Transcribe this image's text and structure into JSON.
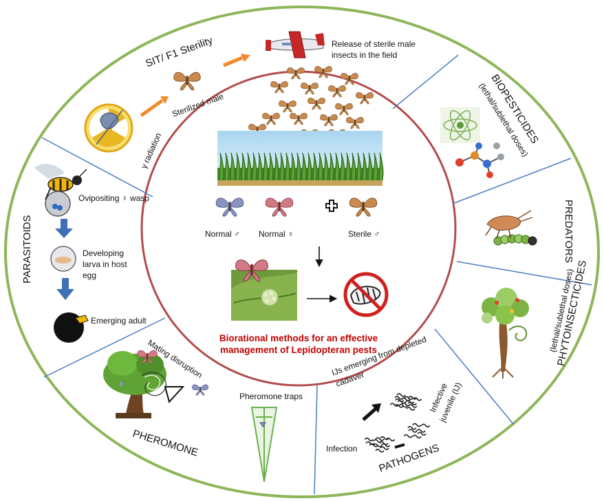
{
  "sections": {
    "sit": "SIT/ F1 Sterility",
    "biopesticides": "BIOPESTICIDES",
    "biopesticides_sub": "(lethal/sublethal doses)",
    "predators": "PREDATORS",
    "phytoinsecticides": "PHYTOINSECTICIDES",
    "phytoinsecticides_sub": "(lethal/sublethal doses)",
    "pathogens": "PATHOGENS",
    "pheromone": "PHEROMONE",
    "parasitoids": "PARASITOIDS"
  },
  "labels": {
    "release_1": "Release of sterile male",
    "release_2": "insects in the field",
    "sterilized_male": "Sterilized male",
    "gamma_radiation": "γ radiation",
    "ovipositing_wasp": "Ovipositing ♀ wasp",
    "developing_1": "Developing",
    "developing_2": "larva  in host",
    "developing_3": "egg",
    "emerging_adult": "Emerging adult",
    "mating_disruption": "Mating disruption",
    "pheromone_traps": "Pheromone traps",
    "ijs_1": "IJs emerging from depleted",
    "ijs_2": "cadaver",
    "infective_1": "Infective",
    "infective_2": "juvenile (IJ)",
    "infection": "Infection",
    "normal_male": "Normal ♂",
    "normal_female": "Normal ♀",
    "sterile_male": "Sterile ♂"
  },
  "center": {
    "title_1": "Biorational methods for an effective",
    "title_2": "management of Lepidopteran pests"
  },
  "icons": [
    "radiation-icon",
    "airplane-icon",
    "moth-icon",
    "atom-icon",
    "molecule-icon",
    "caterpillar-icon",
    "tree-icon",
    "wasp-icon",
    "egg-icon",
    "nematode-icon",
    "trap-icon",
    "no-larva-icon",
    "plus-icon",
    "arrow-icon"
  ],
  "colors": {
    "outer_ring": "#8db65a",
    "inner_ring": "#b24b4b",
    "divider": "#4a7bc0",
    "center_title": "#c00000",
    "moth_brown": "#c88a4e",
    "moth_blue": "#8a93c0",
    "moth_pink": "#d07a84",
    "arrow_orange": "#f08a2c",
    "arrow_blue": "#3f6fb5"
  }
}
